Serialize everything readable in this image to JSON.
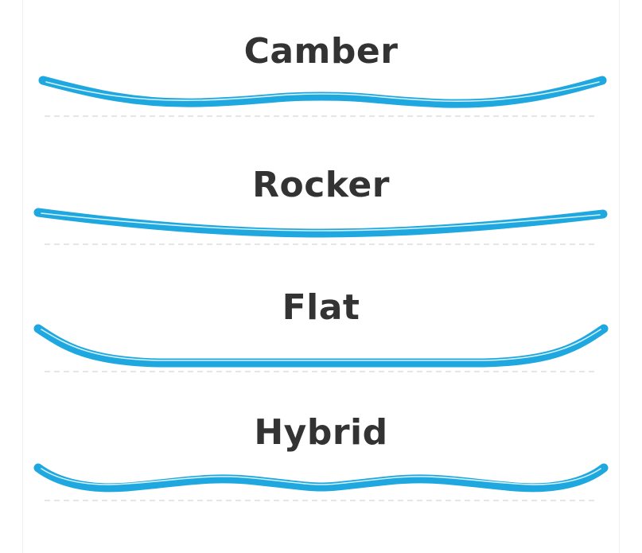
{
  "colors": {
    "board": "#1ea8df",
    "board_highlight": "#e8f7fd",
    "title": "#333333",
    "baseline": "#cccccc",
    "background": "#ffffff"
  },
  "profiles": [
    {
      "title": "Camber",
      "shape": "camber"
    },
    {
      "title": "Rocker",
      "shape": "rocker"
    },
    {
      "title": "Flat",
      "shape": "flat"
    },
    {
      "title": "Hybrid",
      "shape": "hybrid"
    }
  ]
}
